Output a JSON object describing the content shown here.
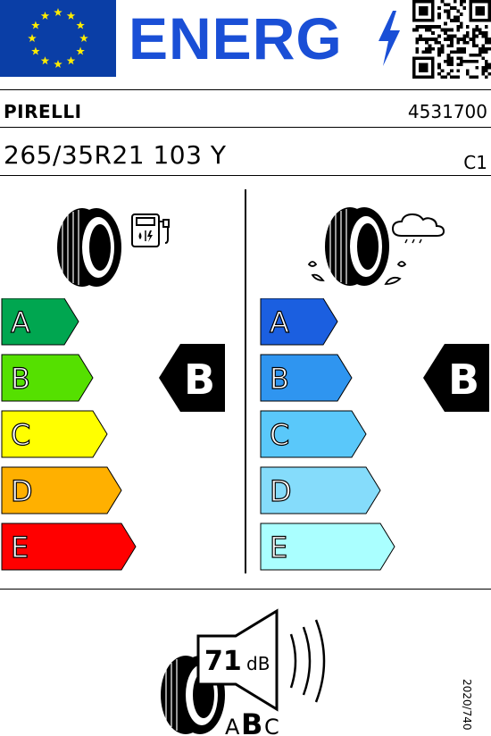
{
  "header": {
    "energy_word": "ENERG",
    "flag_color": "#0a3ea6",
    "star_color": "#ffed00",
    "energy_color": "#1a4fd6"
  },
  "product": {
    "brand": "PIRELLI",
    "article_number": "4531700",
    "tyre_size": "265/35R21 103 Y",
    "tyre_class": "C1"
  },
  "fuel_efficiency": {
    "icon": "fuel-pump-icon",
    "scale": [
      {
        "label": "A",
        "color": "#00a650"
      },
      {
        "label": "B",
        "color": "#55e000"
      },
      {
        "label": "C",
        "color": "#ffff00"
      },
      {
        "label": "D",
        "color": "#ffb000"
      },
      {
        "label": "E",
        "color": "#ff0000"
      }
    ],
    "rating": "B"
  },
  "wet_grip": {
    "icon": "rain-cloud-icon",
    "scale": [
      {
        "label": "A",
        "color": "#1b5fe0"
      },
      {
        "label": "B",
        "color": "#2f95f0"
      },
      {
        "label": "C",
        "color": "#5ac8fa"
      },
      {
        "label": "D",
        "color": "#85dcfb"
      },
      {
        "label": "E",
        "color": "#aaffff"
      }
    ],
    "rating": "B"
  },
  "noise": {
    "value": "71",
    "unit": "dB",
    "classes": [
      "A",
      "B",
      "C"
    ],
    "selected_class": "B",
    "icon": "speaker-icon"
  },
  "regulation_ref": "2020/740"
}
